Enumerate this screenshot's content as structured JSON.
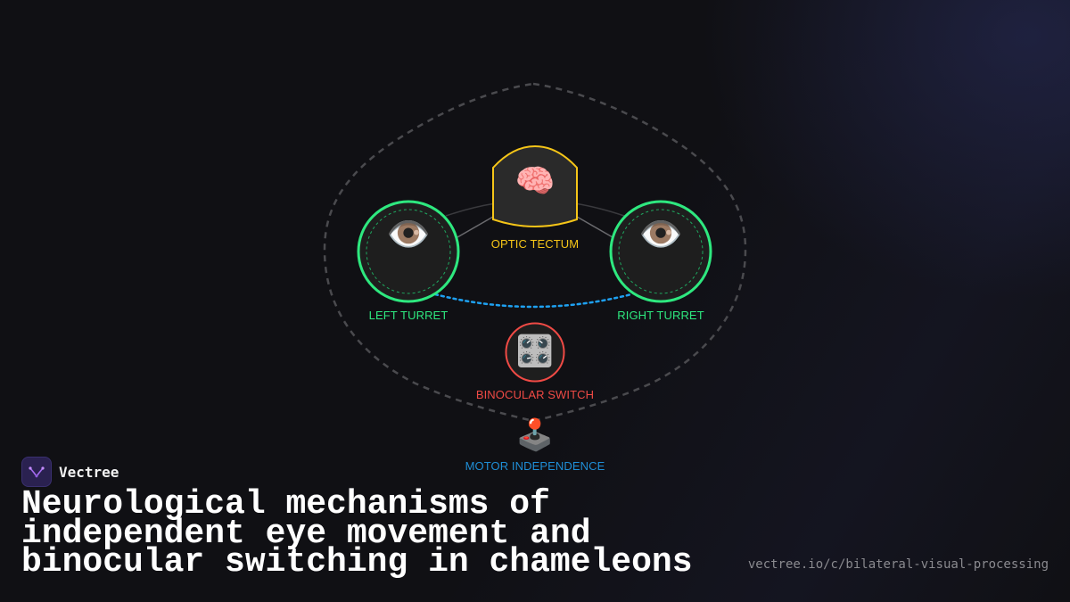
{
  "brand": {
    "name": "Vectree",
    "logo_icon": "vectree-logo-icon"
  },
  "title": "Neurological mechanisms of independent eye movement and binocular switching in chameleons",
  "url": "vectree.io/c/bilateral-visual-processing",
  "diagram": {
    "nodes": {
      "left_turret": {
        "label": "LEFT TURRET",
        "icon": "eye-icon",
        "glyph": "👁️",
        "color": "#2ee87f"
      },
      "right_turret": {
        "label": "RIGHT TURRET",
        "icon": "eye-icon",
        "glyph": "👁️",
        "color": "#2ee87f"
      },
      "optic_tectum": {
        "label": "OPTIC TECTUM",
        "icon": "brain-icon",
        "glyph": "🧠",
        "color": "#f5c518"
      },
      "binocular_switch": {
        "label": "BINOCULAR SWITCH",
        "icon": "control-knobs-icon",
        "glyph": "🎛️",
        "color": "#ef4a45"
      },
      "motor_independence": {
        "label": "MOTOR INDEPENDENCE",
        "icon": "joystick-icon",
        "glyph": "🕹️",
        "color": "#1f8ed6"
      }
    },
    "colors": {
      "background": "#101014",
      "node_fill": "#1e1e1e",
      "boundary": "#4a4a4e",
      "binocular_link": "#1ea0f0"
    }
  }
}
